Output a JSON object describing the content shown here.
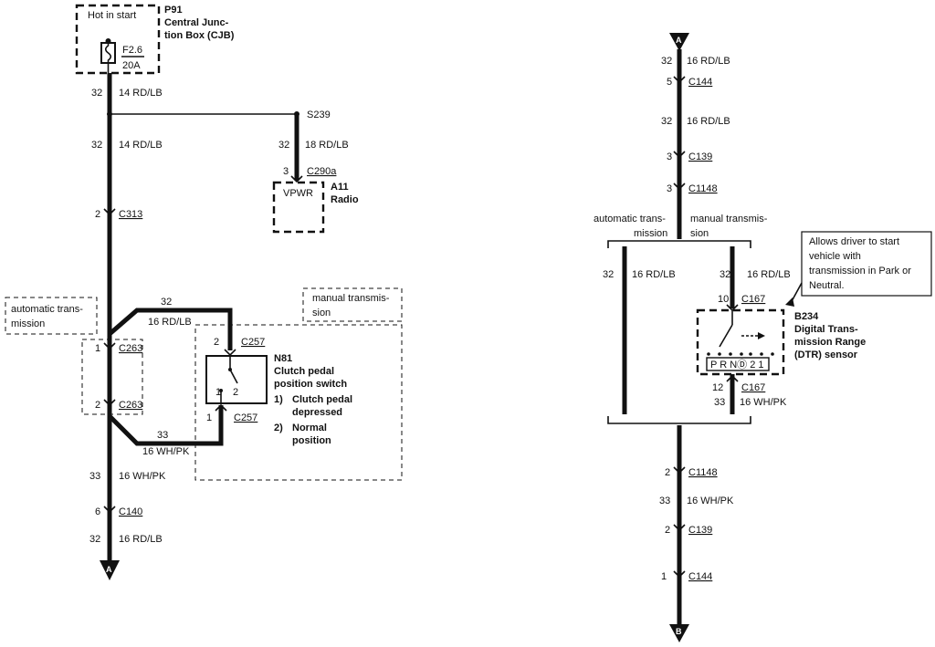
{
  "left": {
    "hot_in_start": "Hot in start",
    "cjb": {
      "id": "P91",
      "name_line1": "Central Junc-",
      "name_line2": "tion Box (CJB)"
    },
    "fuse": {
      "id": "F2.6",
      "rating": "20A"
    },
    "wire_cjb": {
      "circuit": "32",
      "label": "14 RD/LB"
    },
    "splice": {
      "id": "S239"
    },
    "wire_main": {
      "circuit": "32",
      "label": "14 RD/LB"
    },
    "wire_radio": {
      "circuit": "32",
      "label": "18 RD/LB"
    },
    "radio_conn": {
      "pin": "3",
      "id": "C290a"
    },
    "radio": {
      "pin_label": "VPWR",
      "id": "A11",
      "name": "Radio"
    },
    "c313": {
      "pin": "2",
      "id": "C313"
    },
    "auto_label": {
      "line1": "automatic trans-",
      "line2": "mission"
    },
    "manual_label": {
      "line1": "manual transmis-",
      "line2": "sion"
    },
    "wire_bypass_top": {
      "circuit": "32",
      "label": "16 RD/LB"
    },
    "c263_a": {
      "pin": "1",
      "id": "C263"
    },
    "c263_b": {
      "pin": "2",
      "id": "C263"
    },
    "c257_a": {
      "pin": "2",
      "id": "C257"
    },
    "c257_b": {
      "pin": "1",
      "id": "C257"
    },
    "switch": {
      "id": "N81",
      "name_line1": "Clutch pedal",
      "name_line2": "position switch",
      "pos1_num": "1)",
      "pos1_line1": "Clutch pedal",
      "pos1_line2": "depressed",
      "pos2_num": "2)",
      "pos2_line1": "Normal",
      "pos2_line2": "position",
      "contact1": "1",
      "contact2": "2"
    },
    "wire_bypass_bottom": {
      "circuit": "33",
      "label": "16 WH/PK"
    },
    "wire_out": {
      "circuit": "33",
      "label": "16 WH/PK"
    },
    "c140": {
      "pin": "6",
      "id": "C140"
    },
    "wire_end": {
      "circuit": "32",
      "label": "16 RD/LB"
    },
    "arrow": "A"
  },
  "right": {
    "arrow_in": "A",
    "wire1": {
      "circuit": "32",
      "label": "16 RD/LB"
    },
    "c144_top": {
      "pin": "5",
      "id": "C144"
    },
    "wire2": {
      "circuit": "32",
      "label": "16 RD/LB"
    },
    "c139_top": {
      "pin": "3",
      "id": "C139"
    },
    "c1148_top": {
      "pin": "3",
      "id": "C1148"
    },
    "auto_label": {
      "line1": "automatic trans-",
      "line2": "mission"
    },
    "manual_label": {
      "line1": "manual transmis-",
      "line2": "sion"
    },
    "wire_auto": {
      "circuit": "32",
      "label": "16 RD/LB"
    },
    "wire_manual": {
      "circuit": "32",
      "label": "16 RD/LB"
    },
    "c167_top": {
      "pin": "10",
      "id": "C167"
    },
    "note": {
      "line1": "Allows driver to start",
      "line2": "vehicle with",
      "line3": "transmission in Park or",
      "line4": "Neutral."
    },
    "sensor": {
      "id": "B234",
      "name_line1": "Digital Trans-",
      "name_line2": "mission Range",
      "name_line3": "(DTR) sensor",
      "positions": "P  R  NⒹ  2  1"
    },
    "c167_bottom": {
      "pin": "12",
      "id": "C167"
    },
    "wire_sensor_out": {
      "circuit": "33",
      "label": "16 WH/PK"
    },
    "c1148_bottom": {
      "pin": "2",
      "id": "C1148"
    },
    "wire3": {
      "circuit": "33",
      "label": "16 WH/PK"
    },
    "c139_bottom": {
      "pin": "2",
      "id": "C139"
    },
    "c144_bottom": {
      "pin": "1",
      "id": "C144"
    },
    "arrow_out": "B"
  }
}
